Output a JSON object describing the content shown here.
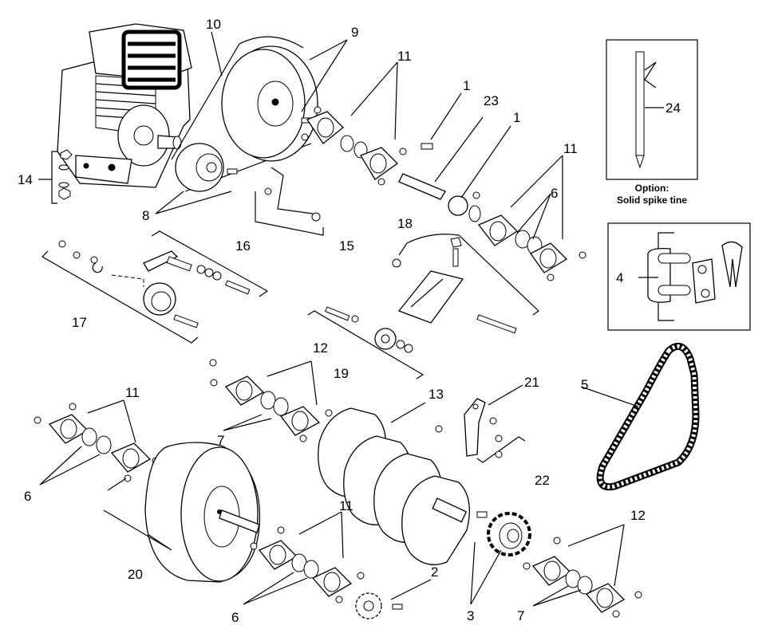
{
  "option_box": {
    "line1": "Option:",
    "line2": "Solid spike tine"
  },
  "callouts": {
    "c10": "10",
    "c9": "9",
    "c11a": "11",
    "c1a": "1",
    "c23": "23",
    "c1b": "1",
    "c11b": "11",
    "c6a": "6",
    "c14": "14",
    "c8": "8",
    "c15": "15",
    "c18": "18",
    "c16": "16",
    "c17": "17",
    "c19": "19",
    "c24": "24",
    "c4": "4",
    "c5": "5",
    "c12a": "12",
    "c13": "13",
    "c21": "21",
    "c22": "22",
    "c11c": "11",
    "c7a": "7",
    "c6b": "6",
    "c20": "20",
    "c11d": "11",
    "c2": "2",
    "c3": "3",
    "c12b": "12",
    "c7b": "7",
    "c6c": "6"
  }
}
